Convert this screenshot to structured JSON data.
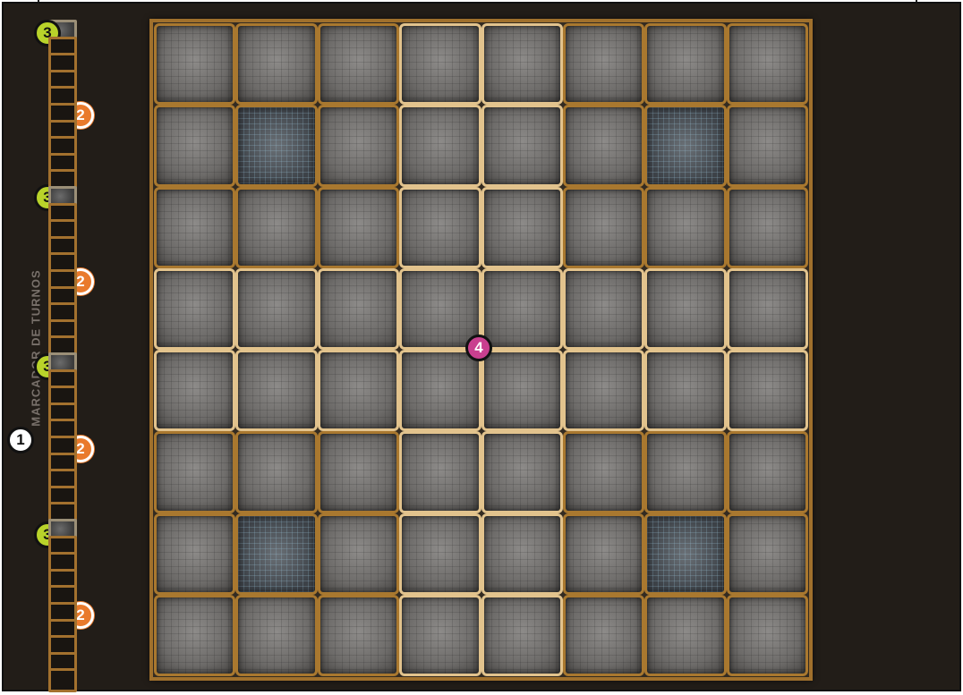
{
  "board": {
    "track_label": "MARCADOR DE TURNOS",
    "rows": 8,
    "cols": 8,
    "special_cells": [
      [
        1,
        1
      ],
      [
        1,
        6
      ],
      [
        6,
        1
      ],
      [
        6,
        6
      ]
    ]
  },
  "callouts": {
    "c1": "1",
    "c2": "2",
    "c3": "3",
    "c4": "4"
  },
  "colors": {
    "board_bg": "#221d18",
    "frame": "#a0702c",
    "callout_green": "#b9d32a",
    "callout_orange": "#e97a2c",
    "callout_magenta": "#c93f8f"
  }
}
